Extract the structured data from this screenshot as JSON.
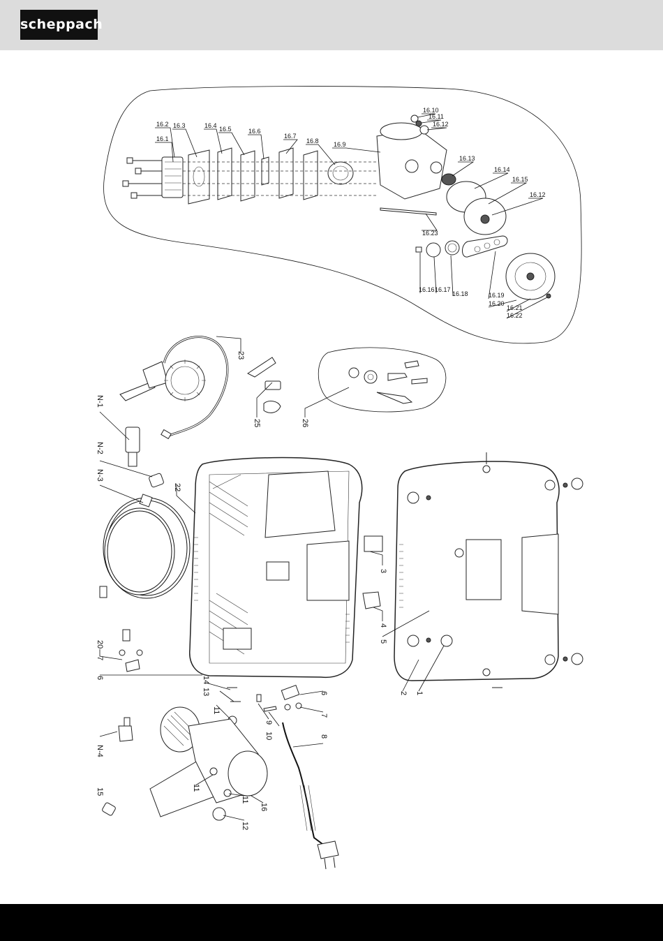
{
  "brand": {
    "logo_text": "scheppach"
  },
  "detail_labels": [
    "16.1",
    "16.2",
    "16.3",
    "16.4",
    "16.5",
    "16.6",
    "16.7",
    "16.8",
    "16.9",
    "16.10",
    "16.11",
    "16.12",
    "16.13",
    "16.14",
    "16.15",
    "16.12",
    "16.23",
    "16.16",
    "16.17",
    "16.18",
    "16.19",
    "16.20",
    "16.21",
    "16.22"
  ],
  "main_labels": [
    "23",
    "25",
    "26",
    "N-1",
    "N-2",
    "N-3",
    "22",
    "3",
    "4",
    "5",
    "20",
    "7",
    "6",
    "14",
    "13",
    "11",
    "9",
    "10",
    "6",
    "7",
    "8",
    "2",
    "1",
    "N-4",
    "15",
    "11",
    "11",
    "16",
    "12"
  ]
}
